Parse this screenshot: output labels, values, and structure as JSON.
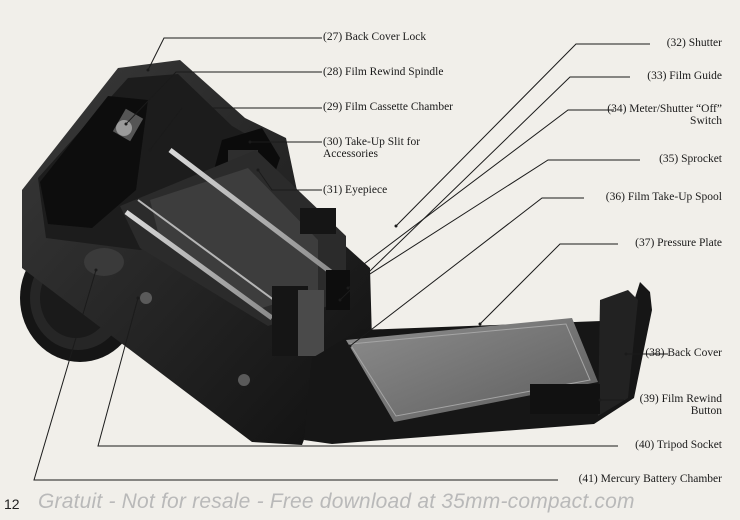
{
  "page_number": "12",
  "watermark": "Gratuit - Not for resale - Free download at 35mm-compact.com",
  "labels": [
    {
      "number": "(27)",
      "text": "Back Cover Lock"
    },
    {
      "number": "(28)",
      "text": "Film Rewind Spindle"
    },
    {
      "number": "(29)",
      "text": "Film Cassette Chamber"
    },
    {
      "number": "(30)",
      "text": "Take-Up Slit for Accessories"
    },
    {
      "number": "(31)",
      "text": "Eyepiece"
    },
    {
      "number": "(32)",
      "text": "Shutter"
    },
    {
      "number": "(33)",
      "text": "Film Guide"
    },
    {
      "number": "(34)",
      "text": "Meter/Shutter “Off” Switch"
    },
    {
      "number": "(35)",
      "text": "Sprocket"
    },
    {
      "number": "(36)",
      "text": "Film Take-Up Spool"
    },
    {
      "number": "(37)",
      "text": "Pressure Plate"
    },
    {
      "number": "(38)",
      "text": "Back Cover"
    },
    {
      "number": "(39)",
      "text": "Film Rewind Button"
    },
    {
      "number": "(40)",
      "text": "Tripod Socket"
    },
    {
      "number": "(41)",
      "text": "Mercury Battery Chamber"
    }
  ]
}
